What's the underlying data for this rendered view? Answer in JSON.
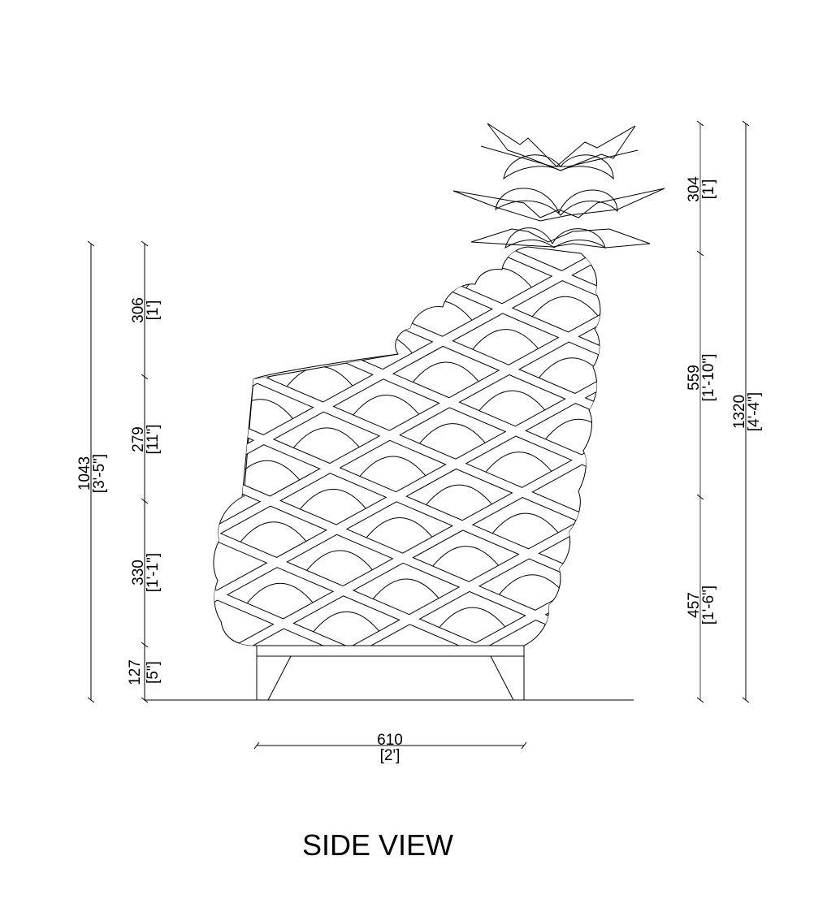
{
  "title": "SIDE VIEW",
  "dimensions": {
    "overall_seat_height": {
      "mm": "1043",
      "imperial": "[3'-5\"]"
    },
    "back_upper": {
      "mm": "306",
      "imperial": "[1']"
    },
    "back_middle": {
      "mm": "279",
      "imperial": "[11\"]"
    },
    "back_lower": {
      "mm": "330",
      "imperial": "[1'-1\"]"
    },
    "base": {
      "mm": "127",
      "imperial": "[5\"]"
    },
    "crown": {
      "mm": "304",
      "imperial": "[1']"
    },
    "body_upper": {
      "mm": "559",
      "imperial": "[1'-10\"]"
    },
    "seat": {
      "mm": "457",
      "imperial": "[1'-6\"]"
    },
    "overall_height": {
      "mm": "1320",
      "imperial": "[4'-4\"]"
    },
    "width": {
      "mm": "610",
      "imperial": "[2']"
    }
  }
}
